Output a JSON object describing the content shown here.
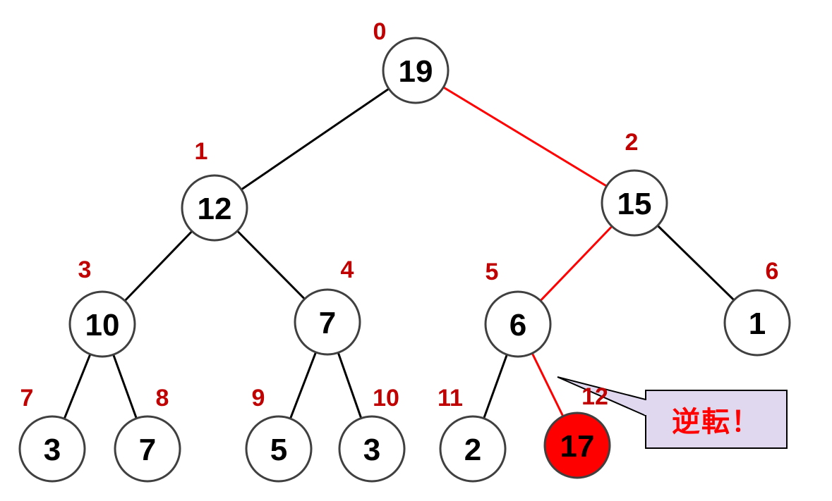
{
  "nodes": [
    {
      "index": "0",
      "value": "19"
    },
    {
      "index": "1",
      "value": "12"
    },
    {
      "index": "2",
      "value": "15"
    },
    {
      "index": "3",
      "value": "10"
    },
    {
      "index": "4",
      "value": "7"
    },
    {
      "index": "5",
      "value": "6"
    },
    {
      "index": "6",
      "value": "1"
    },
    {
      "index": "7",
      "value": "3"
    },
    {
      "index": "8",
      "value": "7"
    },
    {
      "index": "9",
      "value": "5"
    },
    {
      "index": "10",
      "value": "3"
    },
    {
      "index": "11",
      "value": "2"
    },
    {
      "index": "12",
      "value": "17",
      "highlighted": true
    }
  ],
  "highlighted_path": [
    0,
    2,
    5,
    12
  ],
  "callout": {
    "text": "逆転！"
  },
  "colors": {
    "highlight": "#ff0000",
    "index_label": "#c00000",
    "node_border": "#404040",
    "callout_fill": "#e0d8ee"
  }
}
